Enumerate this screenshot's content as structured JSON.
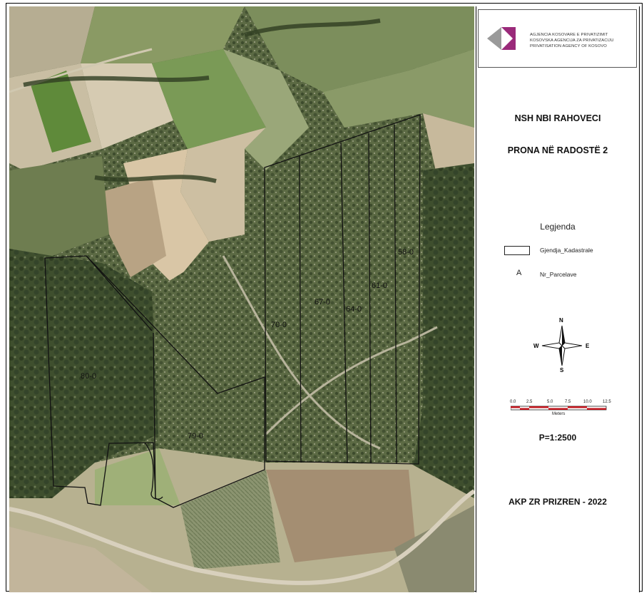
{
  "map": {
    "parcel_labels": [
      "58-0",
      "61-0",
      "64-0",
      "67-0",
      "70-0",
      "80-0",
      "79-0"
    ]
  },
  "panel": {
    "agency_line1": "AGJENCIA KOSOVARE E PRIVATIZIMIT",
    "agency_line2": "KOSOVSKA AGENCIJA ZA PRIVATIZACIJU",
    "agency_line3": "PRIVATISATION AGENCY OF KOSOVO",
    "title1": "NSH NBI RAHOVECI",
    "title2": "PRONA NË RADOSTË 2",
    "legend_title": "Legjenda",
    "legend_parcel": "Gjendja_Kadastrale",
    "legend_label_symbol": "A",
    "legend_label": "Nr_Parcelave",
    "north": "N",
    "south": "S",
    "east": "E",
    "west": "W",
    "scale_ticks": [
      "0.0",
      "2.5",
      "5.0",
      "7.5",
      "10.0",
      "12.5"
    ],
    "scale_unit": "Meters",
    "scale_ratio": "P=1:2500",
    "footer": "AKP ZR PRIZREN - 2022",
    "colors": {
      "logo_purple": "#9a2a7a",
      "logo_gray": "#9a9a9a",
      "scalebar_red": "#c0141c"
    }
  }
}
